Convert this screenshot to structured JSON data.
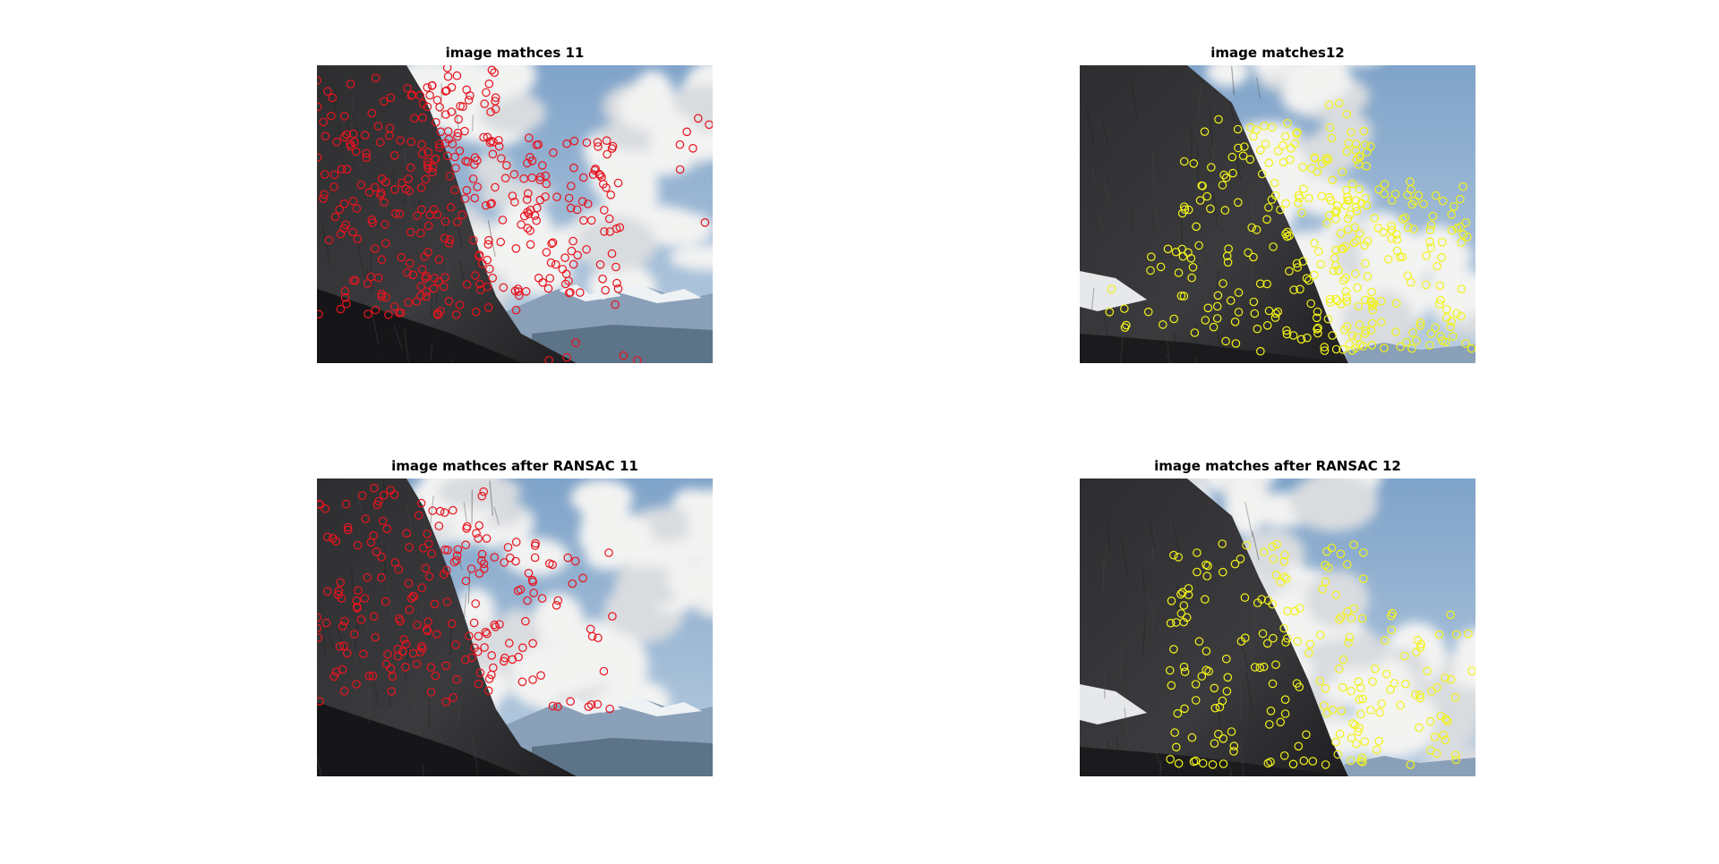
{
  "figure": {
    "panels": [
      {
        "title": "image mathces 11",
        "marker_color": "#e8141e",
        "scene": "left"
      },
      {
        "title": "image matches12",
        "marker_color": "#f2f21c",
        "scene": "right"
      },
      {
        "title": "image mathces after RANSAC 11",
        "marker_color": "#e8141e",
        "scene": "left"
      },
      {
        "title": "image matches after RANSAC 12",
        "marker_color": "#f2f21c",
        "scene": "right"
      }
    ]
  }
}
